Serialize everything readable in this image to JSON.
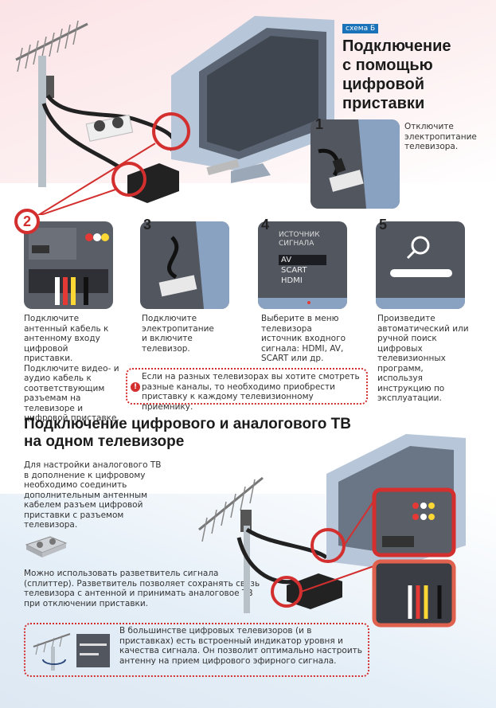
{
  "scheme_tag": "схема Б",
  "title": [
    "Подключение",
    "с помощью",
    "цифровой",
    "приставки"
  ],
  "steps": [
    {
      "num": "1",
      "text": "Отключите электропитание телевизора."
    },
    {
      "num": "2",
      "text": "Подключите антенный кабель к антенному входу цифровой приставки. Подключите видео- и аудио кабель к соответствующим разъемам на телевизоре и цифровой приставке."
    },
    {
      "num": "3",
      "text": "Подключите электропитание и включите телевизор."
    },
    {
      "num": "4",
      "text": "Выберите в меню телевизора источник входного сигнала: HDMI, AV, SCART или др."
    },
    {
      "num": "5",
      "text": "Произведите автоматический или ручной поиск цифровых телевизионных программ, используя инструкцию по эксплуатации."
    }
  ],
  "menu": {
    "header": [
      "ИСТОЧНИК",
      "СИГНАЛА"
    ],
    "items": [
      "AV",
      "SCART",
      "HDMI"
    ],
    "selected": "AV"
  },
  "warning": "Если на разных телевизорах вы хотите смотреть разные каналы, то необходимо приобрести приставку к каждому телевизионному приемнику.",
  "section2": {
    "heading": [
      "Подключение цифрового и аналогового ТВ",
      "на одном телевизоре"
    ],
    "intro": "Для настройки аналогового ТВ в дополнение к цифровому необходимо соединить дополнительным антенным кабелем разъем цифровой приставки с разъемом телевизора.",
    "splitter": "Можно использовать разветвитель сигнала (сплиттер). Разветвитель позволяет сохранять связь телевизора с антенной и принимать аналоговое ТВ при отключении приставки.",
    "tip": "В большинстве цифровых телевизоров (и в приставках) есть встроенный индикатор уровня и качества сигнала. Он позволит оптимально настроить антенну на прием цифрового эфирного сигнала."
  },
  "colors": {
    "accent_red": "#d32f2f",
    "tag_blue": "#1a73b8",
    "panel_dark": "#44464c",
    "tv_blue": "#8fa8c8"
  }
}
